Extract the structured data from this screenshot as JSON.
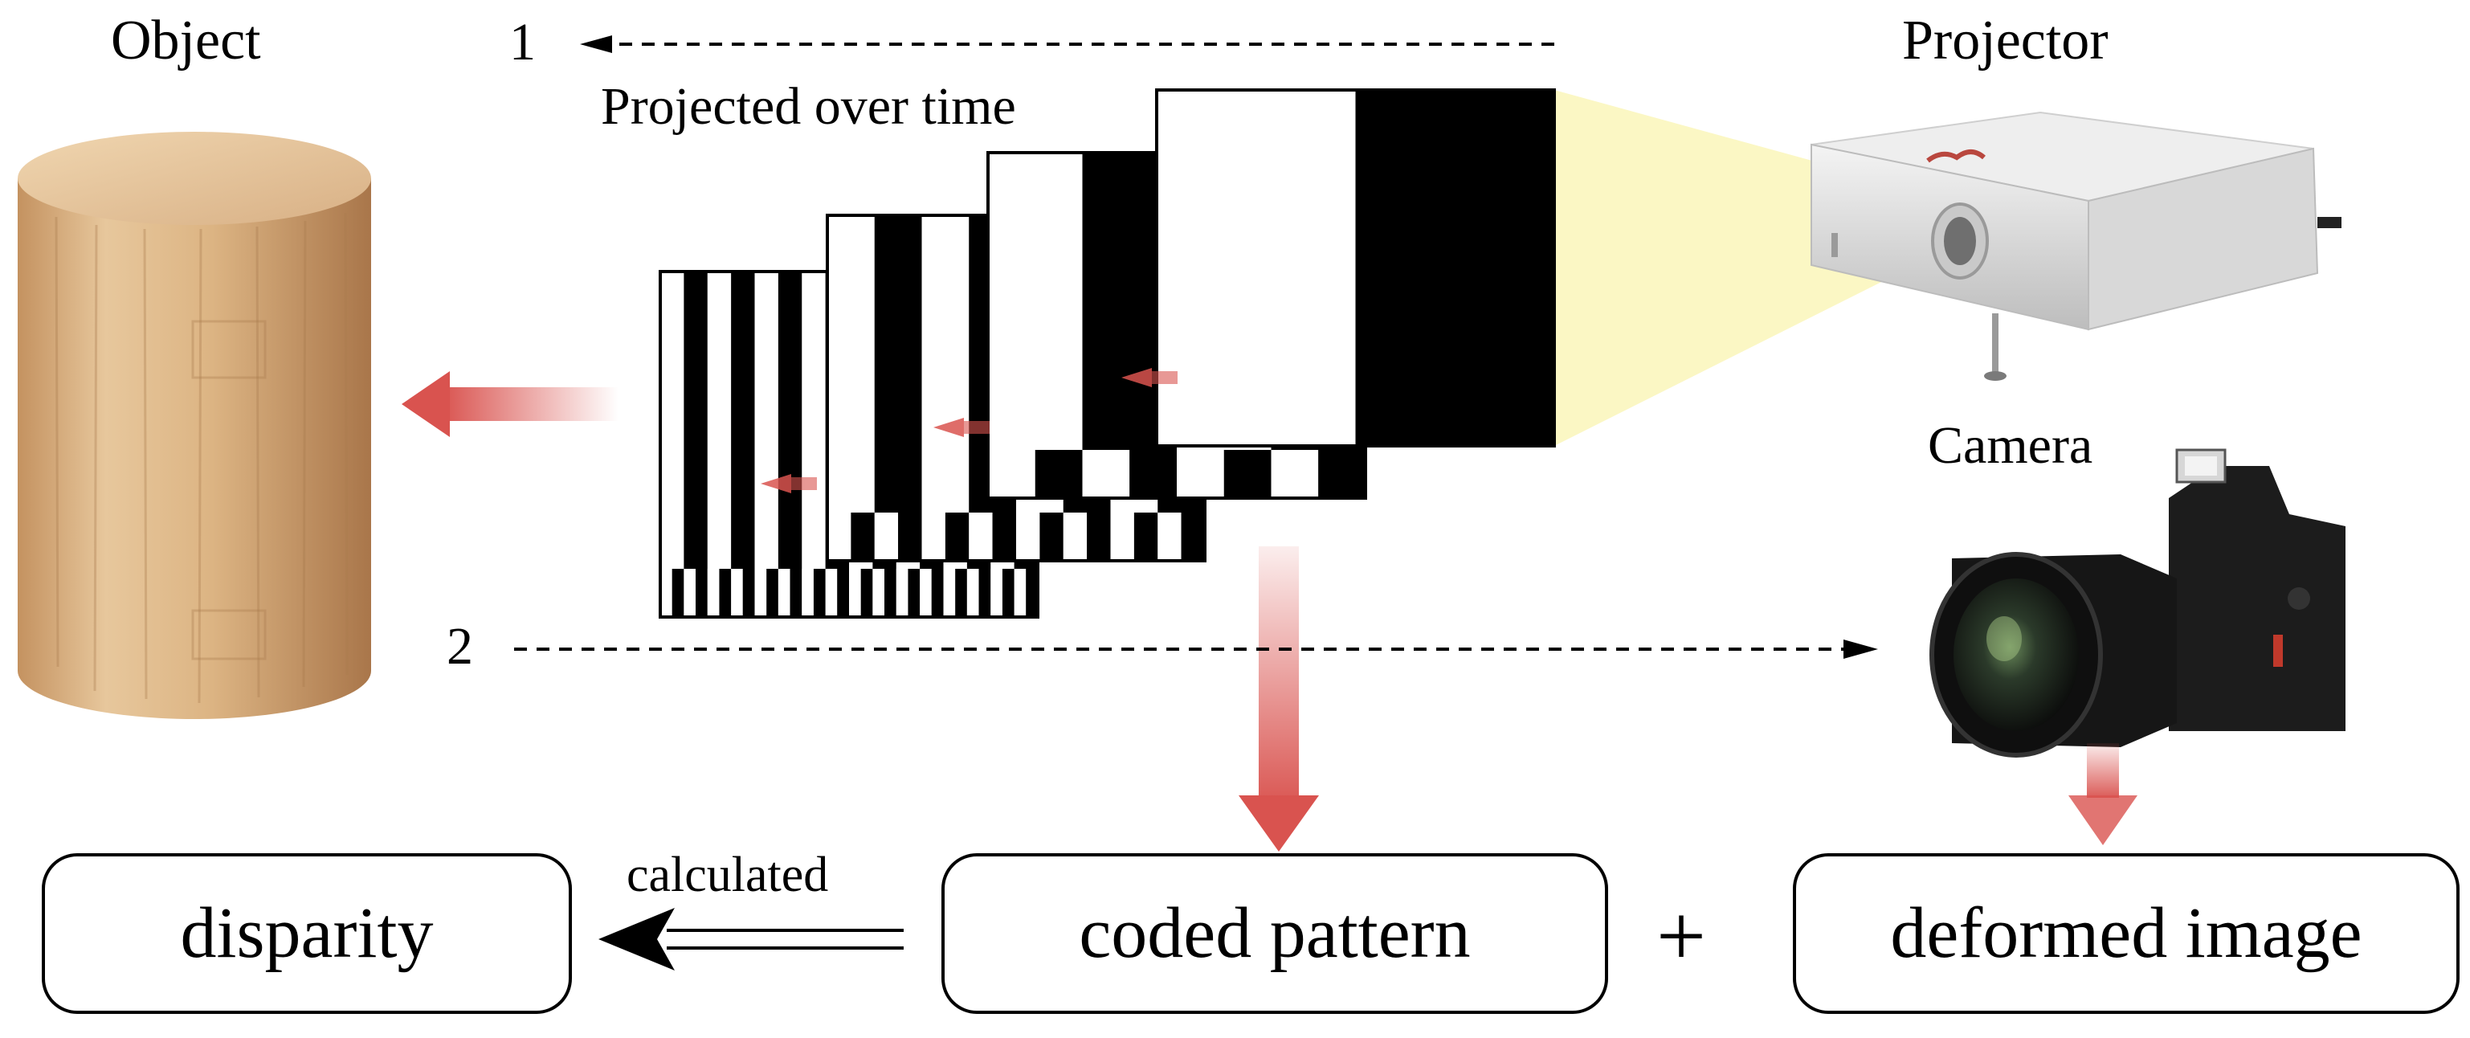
{
  "labels": {
    "object": "Object",
    "projector": "Projector",
    "camera": "Camera",
    "projected_over_time": "Projected over time",
    "path_one": "1",
    "path_two": "2",
    "calculated": "calculated",
    "plus": "+"
  },
  "boxes": {
    "disparity": "disparity",
    "coded_pattern": "coded pattern",
    "deformed_image": "deformed image"
  },
  "colors": {
    "arrow_red": "#d9534f",
    "projector_beam": "#fbf7c4",
    "wood": "#d8ad7c",
    "pattern_black": "#000000",
    "pattern_white": "#ffffff"
  },
  "icons": {
    "object": "wooden-cylinder-icon",
    "projector": "projector-icon",
    "camera": "dslr-camera-icon"
  }
}
